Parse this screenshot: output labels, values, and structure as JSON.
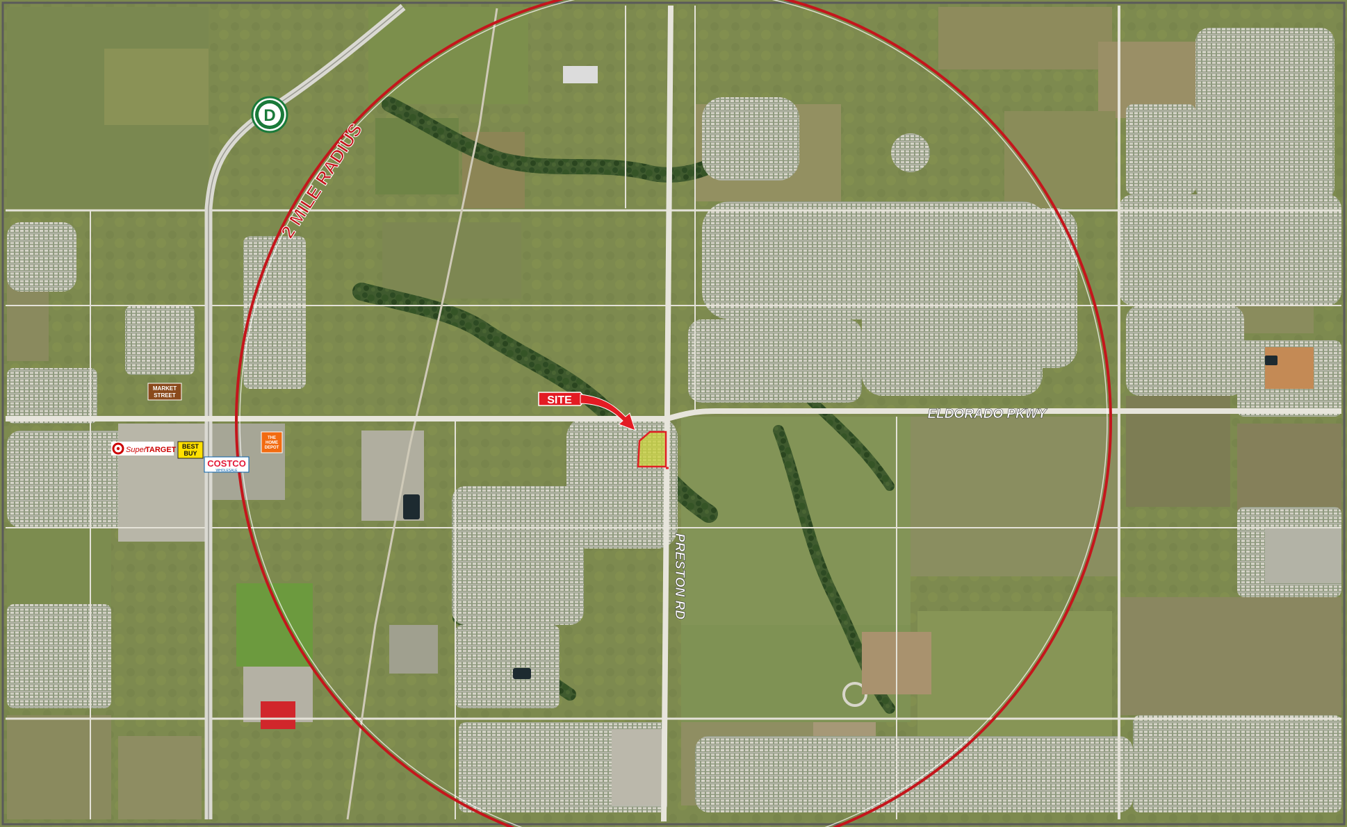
{
  "map": {
    "radius_label": "2 MILE RADIUS",
    "site_label": "SITE",
    "roads": {
      "eldorado": "ELDORADO PKWY",
      "preston": "PRESTON RD"
    },
    "landmarks": {
      "dnt_letter": "D",
      "market_street_1": "MARKET",
      "market_street_2": "STREET",
      "target_super": "Super",
      "target_name": "TARGET",
      "bestbuy_1": "BEST",
      "bestbuy_2": "BUY",
      "costco_name": "COSTCO",
      "costco_sub": "WHOLESALE",
      "homedepot_1": "THE",
      "homedepot_2": "HOME",
      "homedepot_3": "DEPOT"
    },
    "colors": {
      "radius": "#c4161c",
      "site_fill": "#c8d13a",
      "site_outline": "#e01f26",
      "dnt_green": "#1a7a3a",
      "homedepot_orange": "#f26b10",
      "costco_red": "#e31837",
      "costco_blue": "#005daa",
      "target_red": "#cc0000",
      "bestbuy_yellow": "#ffe000",
      "market_brown": "#8a4a1c"
    }
  }
}
